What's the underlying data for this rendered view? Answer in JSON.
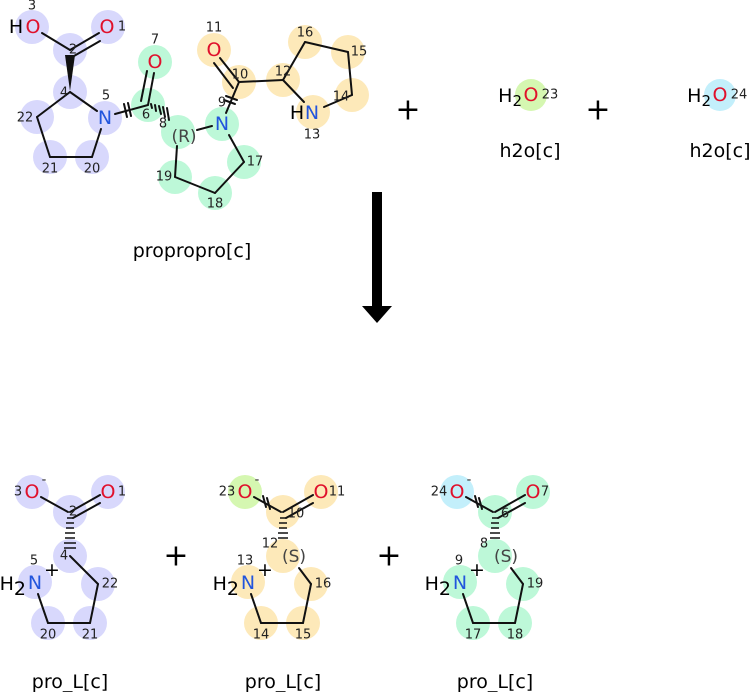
{
  "colors": {
    "set_a": "#d8d8fc",
    "set_b": "#bdf8d8",
    "set_c": "#fde9b9",
    "water_1": "#d5f7b1",
    "water_2": "#c3effb",
    "oxygen": "#e0102c",
    "nitrogen": "#2255dd"
  },
  "symbols": {
    "O": "O",
    "N": "N",
    "H": "H",
    "sub2": "2",
    "minus": "-",
    "plus_charge": "+"
  },
  "operators": {
    "plus": "+"
  },
  "reactants": [
    {
      "name": "propropro[c]",
      "atoms": {
        "a1": "1",
        "a2": "2",
        "a3": "3",
        "a4": "4",
        "a5": "5",
        "a6": "6",
        "a7": "7",
        "a8": "8",
        "a9": "9",
        "a10": "10",
        "a11": "11",
        "a12": "12",
        "a13": "13",
        "a14": "14",
        "a15": "15",
        "a16": "16",
        "a17": "17",
        "a18": "18",
        "a19": "19",
        "a20": "20",
        "a21": "21",
        "a22": "22"
      },
      "stereo": "(R)"
    },
    {
      "name": "h2o[c]",
      "atom": "23"
    },
    {
      "name": "h2o[c]",
      "atom": "24"
    }
  ],
  "products": [
    {
      "name": "pro_L[c]",
      "atoms": [
        "3",
        "1",
        "2",
        "4",
        "5",
        "22",
        "21",
        "20"
      ],
      "stereo": ""
    },
    {
      "name": "pro_L[c]",
      "atoms": [
        "23",
        "11",
        "10",
        "12",
        "13",
        "16",
        "15",
        "14"
      ],
      "stereo": "(S)"
    },
    {
      "name": "pro_L[c]",
      "atoms": [
        "24",
        "7",
        "6",
        "8",
        "9",
        "19",
        "18",
        "17"
      ],
      "stereo": "(S)"
    }
  ]
}
